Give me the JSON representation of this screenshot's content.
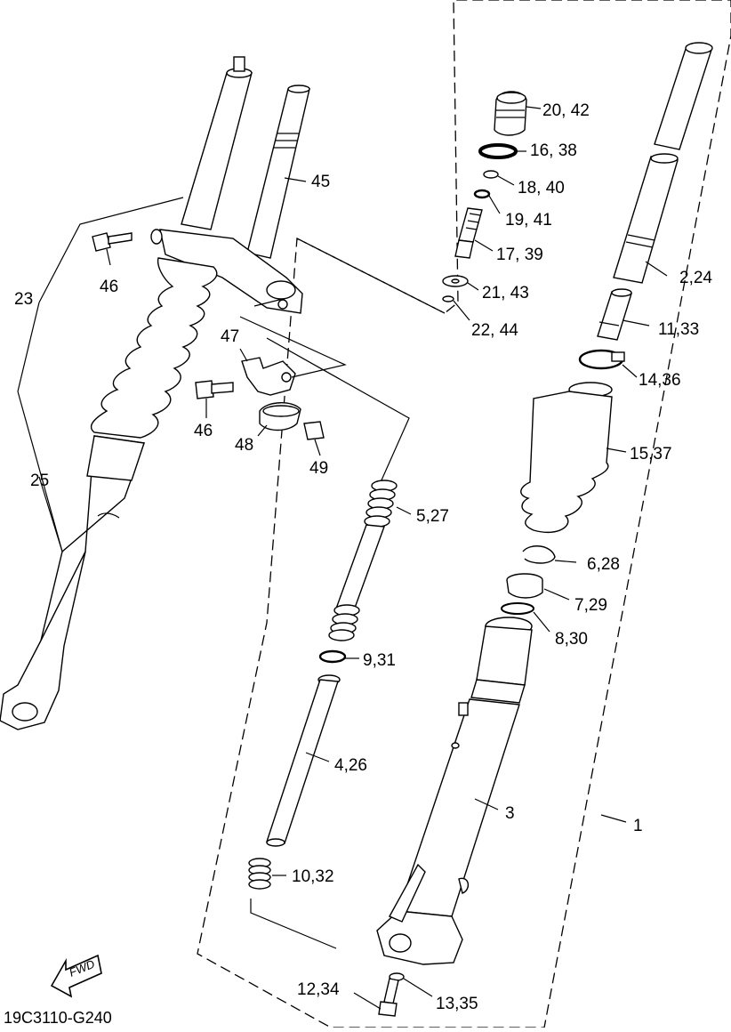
{
  "diagram_code": "19C3110-G240",
  "fwd_label": "FWD",
  "callouts": {
    "c1": "1",
    "c2_24": "2,24",
    "c3": "3",
    "c4_26": "4,26",
    "c5_27": "5,27",
    "c6_28": "6,28",
    "c7_29": "7,29",
    "c8_30": "8,30",
    "c9_31": "9,31",
    "c10_32": "10,32",
    "c11_33": "11,33",
    "c12_34": "12,34",
    "c13_35": "13,35",
    "c14_36": "14,36",
    "c15_37": "15,37",
    "c16_38": "16, 38",
    "c17_39": "17, 39",
    "c18_40": "18, 40",
    "c19_41": "19, 41",
    "c20_42": "20, 42",
    "c21_43": "21, 43",
    "c22_44": "22, 44",
    "c23": "23",
    "c25": "25",
    "c45": "45",
    "c46a": "46",
    "c46b": "46",
    "c47": "47",
    "c48": "48",
    "c49": "49"
  }
}
